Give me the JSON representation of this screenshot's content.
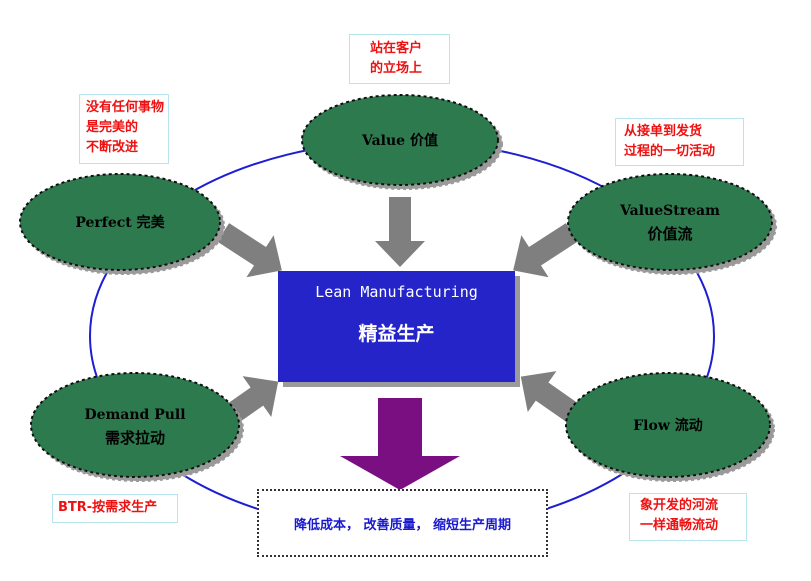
{
  "center": {
    "title_en": "Lean Manufacturing",
    "title_zh": "精益生产"
  },
  "principles": {
    "value": {
      "line1": "Value 价值",
      "line2": ""
    },
    "value_stream": {
      "line1": "ValueStream",
      "line2": "价值流"
    },
    "perfect": {
      "line1": "Perfect 完美",
      "line2": ""
    },
    "demand_pull": {
      "line1": "Demand Pull",
      "line2": "需求拉动"
    },
    "flow": {
      "line1": "Flow 流动",
      "line2": ""
    }
  },
  "notes": {
    "value": [
      "站在客户",
      "的立场上"
    ],
    "value_stream": [
      "从接单到发货",
      "过程的一切活动"
    ],
    "perfect": [
      "没有任何事物",
      "是完美的",
      "不断改进"
    ],
    "demand_pull": [
      "BTR-按需求生产"
    ],
    "flow": [
      "象开发的河流",
      "一样通畅流动"
    ]
  },
  "result": "降低成本， 改善质量， 缩短生产周期",
  "colors": {
    "ellipse": "#2d7a4f",
    "ring": "#1e1ed2",
    "center_box": "#2424c8",
    "arrow_gray": "#7f7f7f",
    "arrow_purple": "#7a0f82",
    "note_text": "#ee1111",
    "result_text": "#1a1acc"
  }
}
